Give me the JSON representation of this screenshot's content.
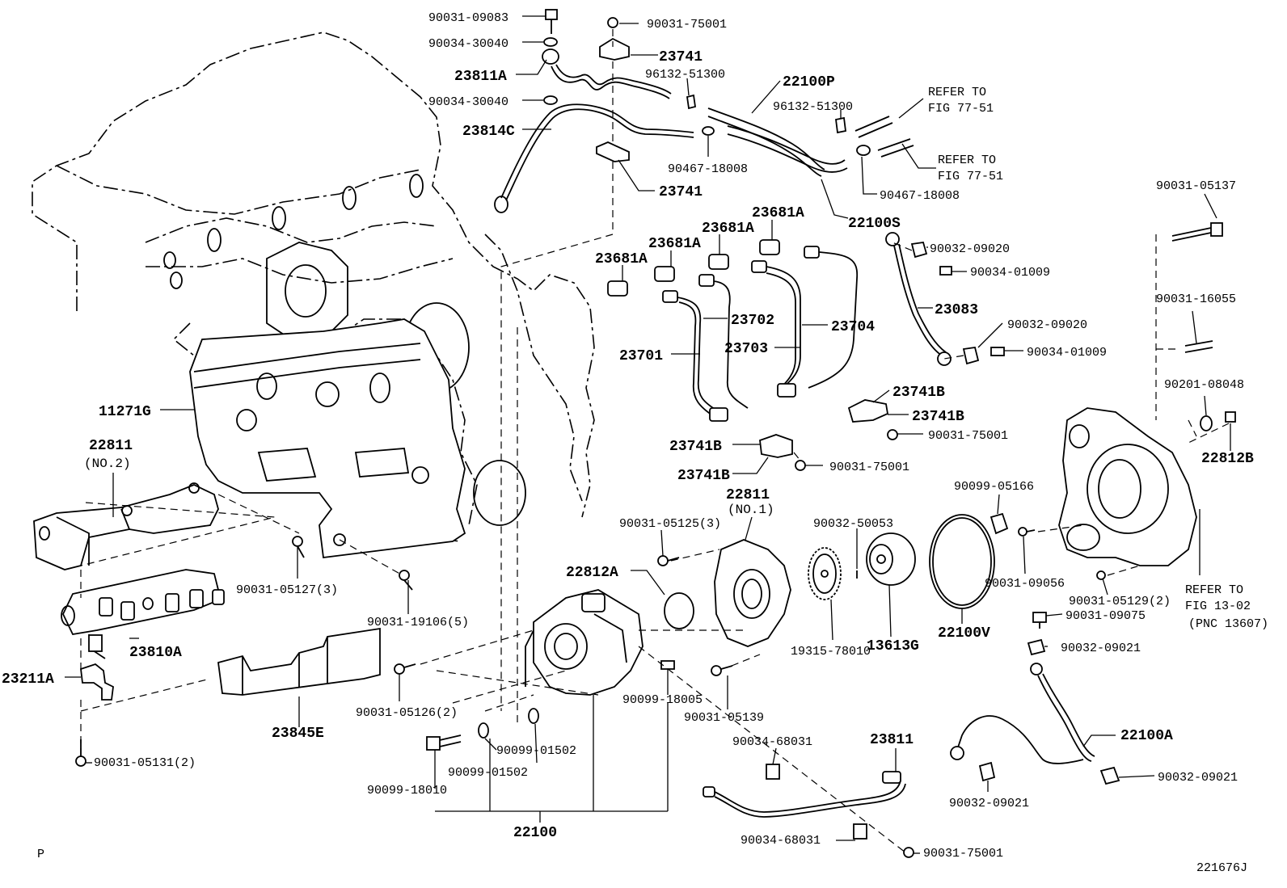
{
  "labels": {
    "p90031_09083": "90031-09083",
    "p90031_75001_top": "90031-75001",
    "p90034_30040_a": "90034-30040",
    "p23741_top": "23741",
    "p23811A": "23811A",
    "p96132_51300_a": "96132-51300",
    "p22100P": "22100P",
    "p90034_30040_b": "90034-30040",
    "refer_to_a": "REFER TO",
    "fig_77_51_a": "FIG 77-51",
    "p96132_51300_b": "96132-51300",
    "p23814C": "23814C",
    "refer_to_b": "REFER TO",
    "fig_77_51_b": "FIG 77-51",
    "p90467_18008_a": "90467-18008",
    "p23741_mid": "23741",
    "p90467_18008_b": "90467-18008",
    "p90031_05137": "90031-05137",
    "p23681A_1": "23681A",
    "p23681A_2": "23681A",
    "p23681A_3": "23681A",
    "p23681A_4": "23681A",
    "p22100S": "22100S",
    "p90032_09020_a": "90032-09020",
    "p90034_01009_a": "90034-01009",
    "p90031_16055": "90031-16055",
    "p23702": "23702",
    "p23083": "23083",
    "p23704": "23704",
    "p90032_09020_b": "90032-09020",
    "p23701": "23701",
    "p23703": "23703",
    "p90034_01009_b": "90034-01009",
    "p11271G": "11271G",
    "p23741B_1": "23741B",
    "p90201_08048": "90201-08048",
    "p23741B_2": "23741B",
    "p22811_no2": "22811",
    "no2": "(NO.2)",
    "p90031_75001_b": "90031-75001",
    "p23741B_3": "23741B",
    "p22812B": "22812B",
    "p90031_75001_c": "90031-75001",
    "p23741B_4": "23741B",
    "p22811_no1": "22811",
    "no1": "(NO.1)",
    "p90099_05166": "90099-05166",
    "p90031_05125": "90031-05125(3)",
    "p90032_50053": "90032-50053",
    "p22812A": "22812A",
    "p90031_05127": "90031-05127(3)",
    "p90031_09056": "90031-09056",
    "refer_to_c": "REFER TO",
    "fig_13_02": "FIG 13-02",
    "p90031_05129": "90031-05129(2)",
    "p90031_19106": "90031-19106(5)",
    "p13613G": "13613G",
    "p22100V": "22100V",
    "p90031_09075": "90031-09075",
    "pnc_13607": "(PNC 13607)",
    "p23810A": "23810A",
    "p19315_78010": "19315-78010",
    "p90032_09021_a": "90032-09021",
    "p23211A": "23211A",
    "p90099_18005": "90099-18005",
    "p90031_05139": "90031-05139",
    "p90031_05126": "90031-05126(2)",
    "p23845E": "23845E",
    "p90034_68031_a": "90034-68031",
    "p23811": "23811",
    "p22100A": "22100A",
    "p90099_01502_a": "90099-01502",
    "p90031_05131": "90031-05131(2)",
    "p90099_01502_b": "90099-01502",
    "p90032_09021_b": "90032-09021",
    "p90099_18010": "90099-18010",
    "p90032_09021_c": "90032-09021",
    "p22100": "22100",
    "p90034_68031_b": "90034-68031",
    "p90031_75001_d": "90031-75001",
    "corner_p": "P",
    "drawing_no": "221676J"
  },
  "colors": {
    "ink": "#000000",
    "paper": "#ffffff"
  }
}
